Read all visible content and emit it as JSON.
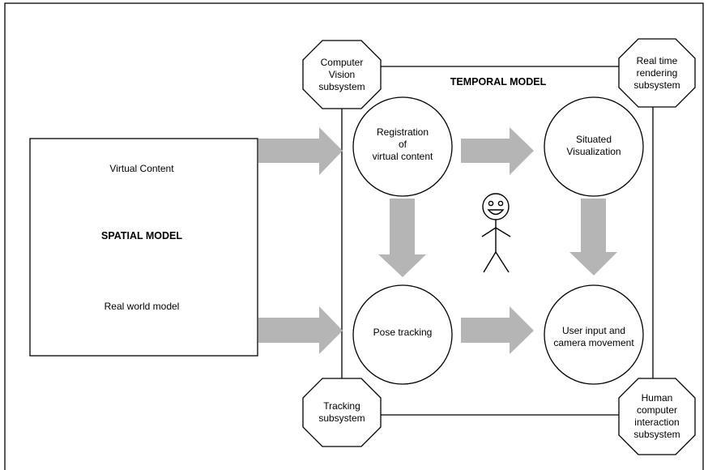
{
  "diagram": {
    "spatial": {
      "title": "SPATIAL MODEL",
      "virtual_content": "Virtual Content",
      "real_world": "Real world model"
    },
    "temporal": {
      "title": "TEMPORAL MODEL"
    },
    "subsystems": {
      "computer_vision": "Computer\nVision\nsubsystem",
      "rendering": "Real time\nrendering\nsubsystem",
      "tracking": "Tracking\nsubsystem",
      "hci": "Human\ncomputer\ninteraction\nsubsystem"
    },
    "processes": {
      "registration": "Registration\nof\nvirtual content",
      "situated": "Situated\nVisualization",
      "pose": "Pose tracking",
      "user_input": "User input and\ncamera movement"
    },
    "colors": {
      "arrow": "#b5b5b5",
      "line": "#000000",
      "background": "#ffffff"
    }
  }
}
